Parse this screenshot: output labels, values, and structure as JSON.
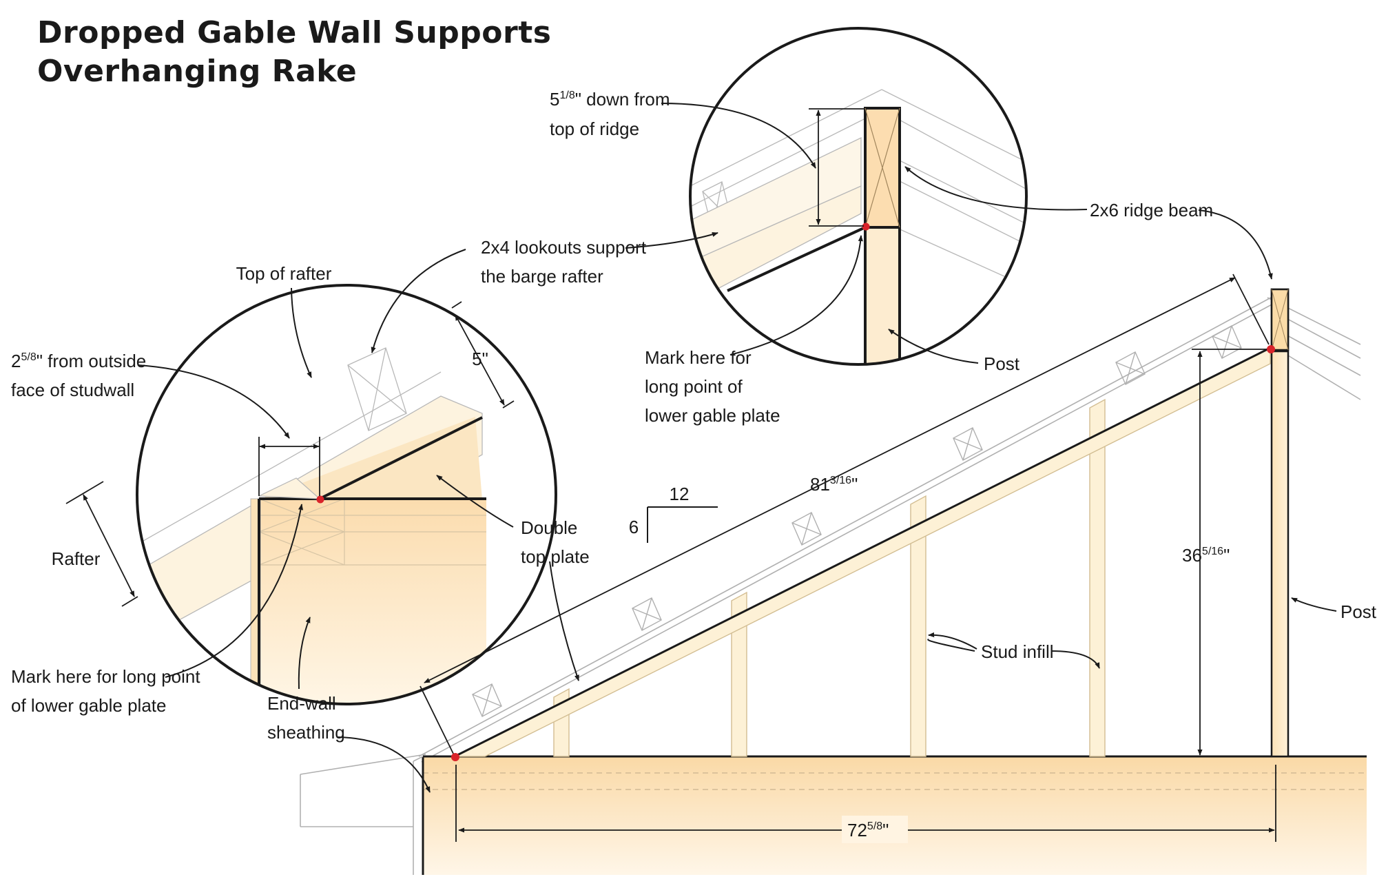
{
  "title": {
    "line1": "Dropped Gable Wall Supports",
    "line2": "Overhanging Rake"
  },
  "labels": {
    "top_of_rafter": "Top of rafter",
    "lookouts_l1": "2x4 lookouts support",
    "lookouts_l2": "the barge rafter",
    "from_outside_pre": "2",
    "from_outside_frac": "5/8",
    "from_outside_post": "\" from outside",
    "face_of_studwall": "face of studwall",
    "five_inch": "5\"",
    "rafter": "Rafter",
    "double_l1": "Double",
    "double_l2": "top plate",
    "mark_left_l1": "Mark here for long point",
    "mark_left_l2": "of lower gable plate",
    "endwall_l1": "End-wall",
    "endwall_l2": "sheathing",
    "down_pre": "5",
    "down_frac": "1/8",
    "down_post": "\" down from",
    "top_of_ridge": "top of ridge",
    "ridge_beam": "2x6 ridge beam",
    "mark_top_l1": "Mark here for",
    "mark_top_l2": "long point of",
    "mark_top_l3": "lower gable plate",
    "post_top": "Post",
    "post_right": "Post",
    "stud_infill": "Stud infill",
    "slope_run": "12",
    "slope_rise": "6",
    "dim_81_whole": "81",
    "dim_81_frac": "3/16",
    "dim_81_mark": "\"",
    "dim_36_whole": "36",
    "dim_36_frac": "5/16",
    "dim_36_mark": "\"",
    "dim_72_whole": "72",
    "dim_72_frac": "5/8",
    "dim_72_mark": "\""
  },
  "colors": {
    "wood_light": "#fdf3dc",
    "wood_mid": "#fbe3bc",
    "wood_dark": "#f7cf99",
    "outline": "#1a1a1a",
    "ghost": "#a8a8a8",
    "marker": "#d9232a"
  }
}
